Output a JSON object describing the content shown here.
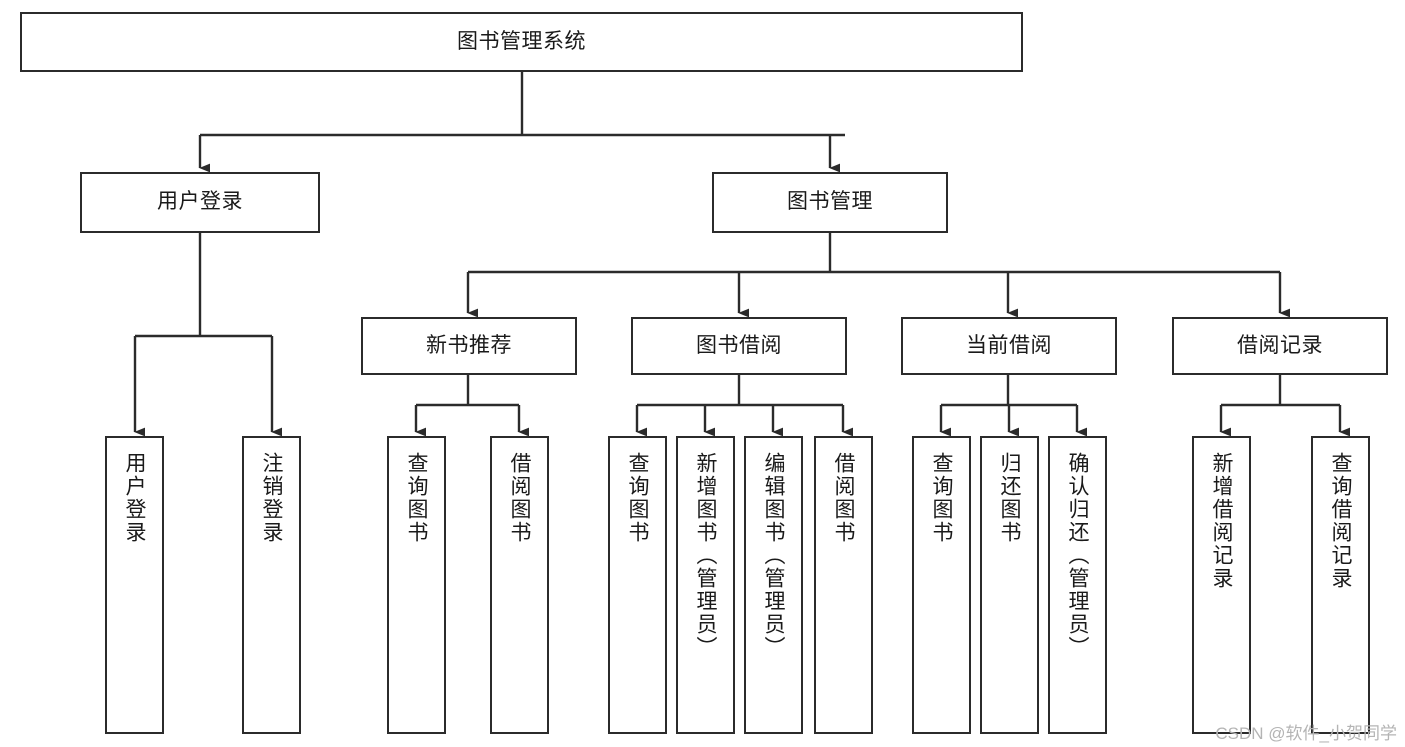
{
  "diagram": {
    "title": "图书管理系统",
    "type": "tree",
    "watermark": "CSDN @软件_小贺同学",
    "colors": {
      "border": "#2b2b2b",
      "edge": "#2b2b2b",
      "background": "#ffffff",
      "text": "#1a1a1a",
      "watermark": "#b4b4b4"
    },
    "levels": {
      "root": [
        "图书管理系统"
      ],
      "level2": [
        "用户登录",
        "图书管理"
      ],
      "level3": [
        "新书推荐",
        "图书借阅",
        "当前借阅",
        "借阅记录"
      ],
      "level4": [
        "用户登录",
        "注销登录",
        "查询图书",
        "借阅图书",
        "查询图书",
        "新增图书（管理员）",
        "编辑图书（管理员）",
        "借阅图书",
        "查询图书",
        "归还图书",
        "确认归还（管理员）",
        "新增借阅记录",
        "查询借阅记录"
      ]
    },
    "nodes": {
      "root": {
        "label": "图书管理系统"
      },
      "user_login": {
        "label": "用户登录"
      },
      "book_manage": {
        "label": "图书管理"
      },
      "new_book_rec": {
        "label": "新书推荐"
      },
      "book_borrow": {
        "label": "图书借阅"
      },
      "current_borrow": {
        "label": "当前借阅"
      },
      "borrow_record": {
        "label": "借阅记录"
      },
      "leaf_user_login": {
        "label": "用户登录"
      },
      "leaf_logout": {
        "label": "注销登录"
      },
      "leaf_query_book_1": {
        "label": "查询图书"
      },
      "leaf_borrow_book_1": {
        "label": "借阅图书"
      },
      "leaf_query_book_2": {
        "label": "查询图书"
      },
      "leaf_add_book_admin": {
        "label": "新增图书（管理员）"
      },
      "leaf_edit_book_admin": {
        "label": "编辑图书（管理员）"
      },
      "leaf_borrow_book_2": {
        "label": "借阅图书"
      },
      "leaf_query_book_3": {
        "label": "查询图书"
      },
      "leaf_return_book": {
        "label": "归还图书"
      },
      "leaf_confirm_return_admin": {
        "label": "确认归还（管理员）"
      },
      "leaf_add_record": {
        "label": "新增借阅记录"
      },
      "leaf_query_record": {
        "label": "查询借阅记录"
      }
    }
  }
}
